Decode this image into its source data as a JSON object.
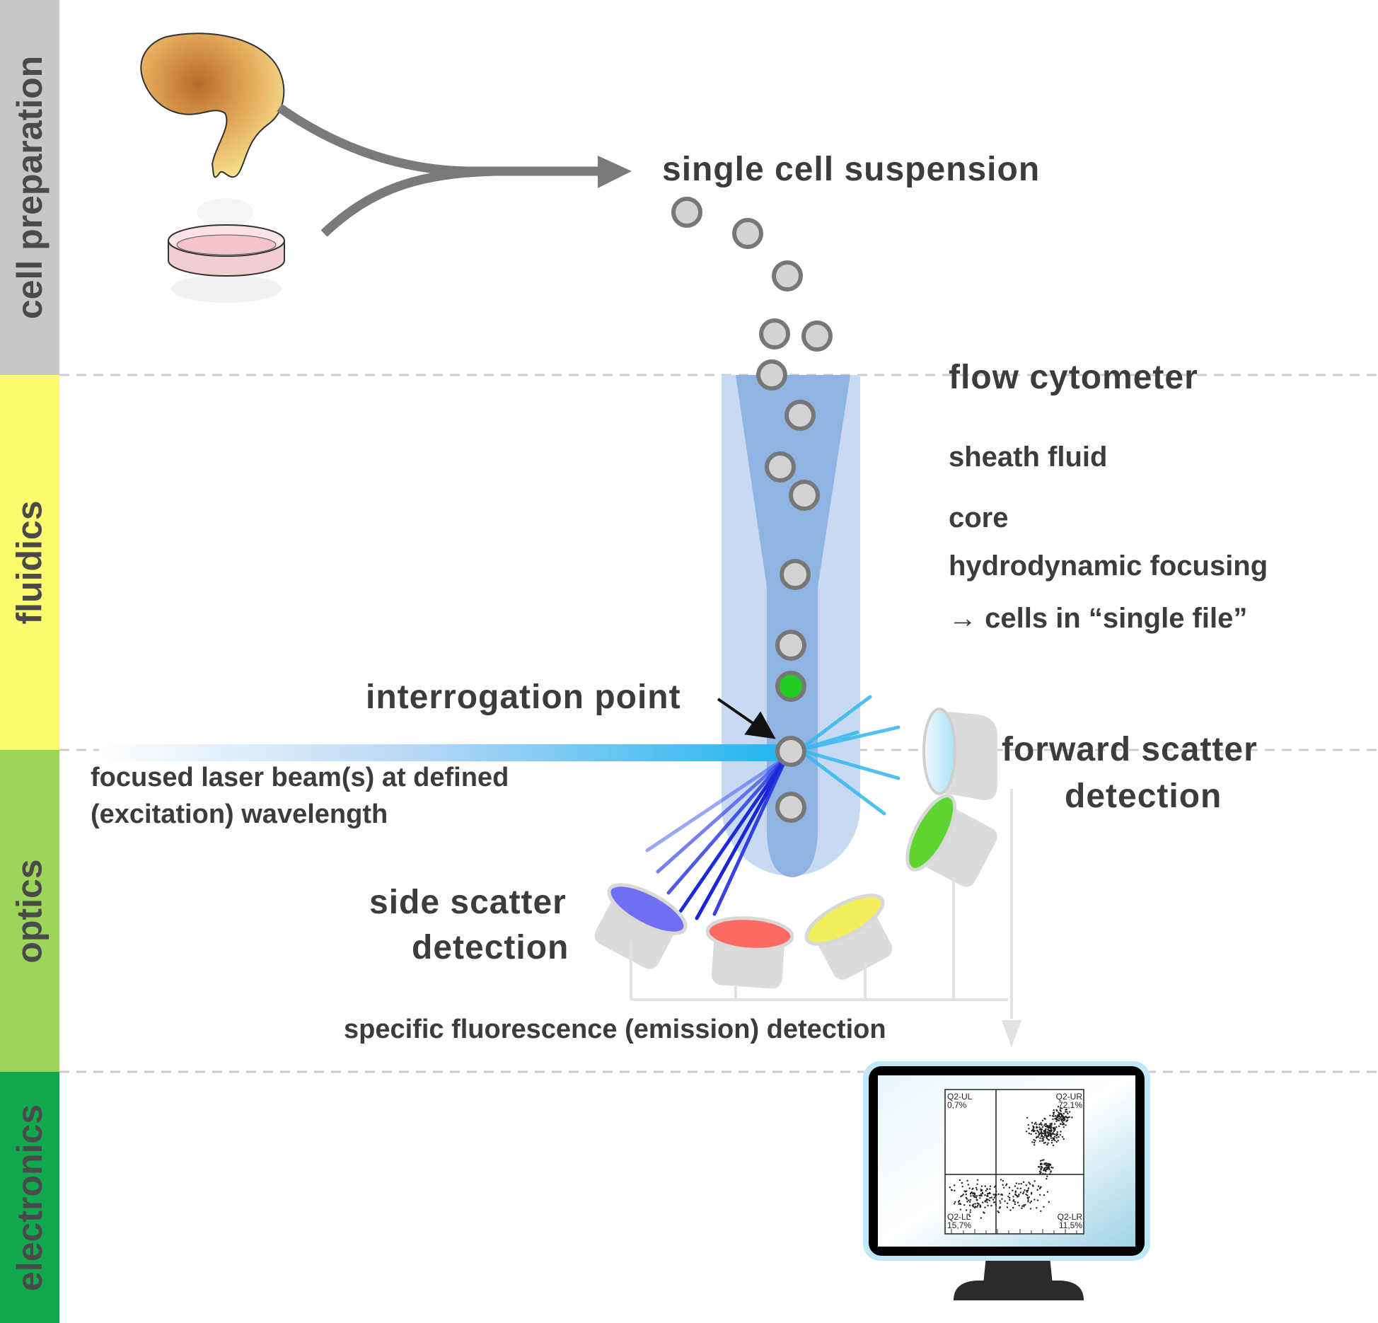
{
  "bands": [
    {
      "id": "cell-preparation",
      "label": "cell preparation",
      "color": "#c7c7c7"
    },
    {
      "id": "fluidics",
      "label": "fluidics",
      "color": "#fdfb6e"
    },
    {
      "id": "optics",
      "label": "optics",
      "color": "#9bd65a"
    },
    {
      "id": "electronics",
      "label": "electronics",
      "color": "#12a94e"
    }
  ],
  "labels": {
    "single_cell_suspension": "single cell suspension",
    "flow_cytometer": "flow cytometer",
    "sheath_fluid": "sheath fluid",
    "core": "core",
    "hydrodynamic_focusing": "hydrodynamic focusing",
    "cells_single_file": "→ cells in “single file”",
    "interrogation_point": "interrogation point",
    "laser_line1": "focused laser beam(s) at defined",
    "laser_line2": "(excitation) wavelength",
    "forward_scatter_line1": "forward scatter",
    "forward_scatter_line2": "detection",
    "side_scatter_line1": "side scatter",
    "side_scatter_line2": "detection",
    "fluorescence_detection": "specific fluorescence (emission) detection"
  },
  "plot": {
    "quadrants": {
      "ul": {
        "label": "Q2-UL",
        "value": "0,7%"
      },
      "ur": {
        "label": "Q2-UR",
        "value": "72,1%"
      },
      "ll": {
        "label": "Q2-LL",
        "value": "15,7%"
      },
      "lr": {
        "label": "Q2-LR",
        "value": "11,5%"
      }
    }
  },
  "colors": {
    "tube_outer": "#c8daf1",
    "tube_core": "#8fb3e3",
    "laser": "#2db4ee",
    "cell_marked": "#22cc22",
    "arrow": "#7a7a7a"
  }
}
